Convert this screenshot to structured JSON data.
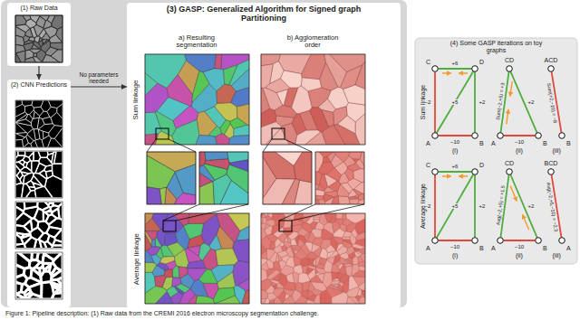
{
  "diagram": {
    "caption": "Figure 1: Pipeline description: (1) Raw data from the CREMI 2016 electron microscopy segmentation challenge.",
    "nodes": [
      {
        "text": [
          "(1) Raw Data"
        ]
      },
      {
        "text": [
          "(2) CNN Predictions"
        ]
      },
      {
        "text": [
          "(3) GASP: Generalized Algorithm for Signed graph Partitioning"
        ]
      },
      {
        "text": [
          "(4) Some GASP iterations on toy graphs"
        ]
      },
      {
        "text": [
          "C"
        ],
        "in": 3
      },
      {
        "text": [
          "D"
        ],
        "in": 3
      },
      {
        "text": [
          "A"
        ],
        "in": 3
      },
      {
        "text": [
          "B"
        ],
        "in": 3
      },
      {
        "text": [
          "CD"
        ],
        "in": 3
      },
      {
        "text": [
          "A"
        ],
        "in": 3
      },
      {
        "text": [
          "B"
        ],
        "in": 3
      },
      {
        "text": [
          "ACD"
        ],
        "in": 3
      },
      {
        "text": [
          "B"
        ],
        "in": 3
      },
      {
        "text": [
          "C"
        ],
        "in": 3
      },
      {
        "text": [
          "D"
        ],
        "in": 3
      },
      {
        "text": [
          "A"
        ],
        "in": 3
      },
      {
        "text": [
          "B"
        ],
        "in": 3
      },
      {
        "text": [
          "CD"
        ],
        "in": 3
      },
      {
        "text": [
          "A"
        ],
        "in": 3
      },
      {
        "text": [
          "B"
        ],
        "in": 3
      },
      {
        "text": [
          "BCD"
        ],
        "in": 3
      },
      {
        "text": [
          "A"
        ],
        "in": 3
      }
    ],
    "edges": [
      {
        "from": 0,
        "to": 1,
        "arrow": "to"
      },
      {
        "from": 1,
        "to": 2,
        "label": "No parameters needed",
        "arrow": "to"
      },
      {
        "from": 4,
        "to": 5,
        "label": "+6",
        "arrow": "none"
      },
      {
        "from": 4,
        "to": 6,
        "label": "−2",
        "arrow": "none"
      },
      {
        "from": 6,
        "to": 5,
        "label": "+5",
        "arrow": "none"
      },
      {
        "from": 5,
        "to": 7,
        "label": "+2",
        "arrow": "none"
      },
      {
        "from": 6,
        "to": 7,
        "label": "−10",
        "arrow": "none"
      },
      {
        "from": 8,
        "to": 9,
        "label": "Sum(−2,+5) = +3",
        "arrow": "none"
      },
      {
        "from": 8,
        "to": 10,
        "label": "+2",
        "arrow": "none"
      },
      {
        "from": 9,
        "to": 10,
        "label": "−10",
        "arrow": "none"
      },
      {
        "from": 11,
        "to": 12,
        "label": "Sum(+2,−10) = −8",
        "arrow": "none"
      },
      {
        "from": 13,
        "to": 14,
        "label": "+6",
        "arrow": "none"
      },
      {
        "from": 13,
        "to": 15,
        "label": "−2",
        "arrow": "none"
      },
      {
        "from": 15,
        "to": 14,
        "label": "+5",
        "arrow": "none"
      },
      {
        "from": 14,
        "to": 16,
        "label": "+2",
        "arrow": "none"
      },
      {
        "from": 15,
        "to": 16,
        "label": "−10",
        "arrow": "none"
      },
      {
        "from": 17,
        "to": 18,
        "label": "Avg(−2,+5) = +1.5",
        "arrow": "none"
      },
      {
        "from": 17,
        "to": 19,
        "label": "+2",
        "arrow": "none"
      },
      {
        "from": 18,
        "to": 19,
        "label": "−10",
        "arrow": "none"
      },
      {
        "from": 20,
        "to": 21,
        "label": "Avg(−2,+5,−10) = −2.3",
        "arrow": "none"
      }
    ],
    "labels": [
      "a) Resulting segmentation",
      "b) Agglomeration order",
      "Sum linkage",
      "Average linkage",
      "Sum linkage",
      "Average linkage",
      "(i)",
      "(ii)",
      "(iii)",
      "(i)",
      "(ii)",
      "(iii)"
    ]
  }
}
